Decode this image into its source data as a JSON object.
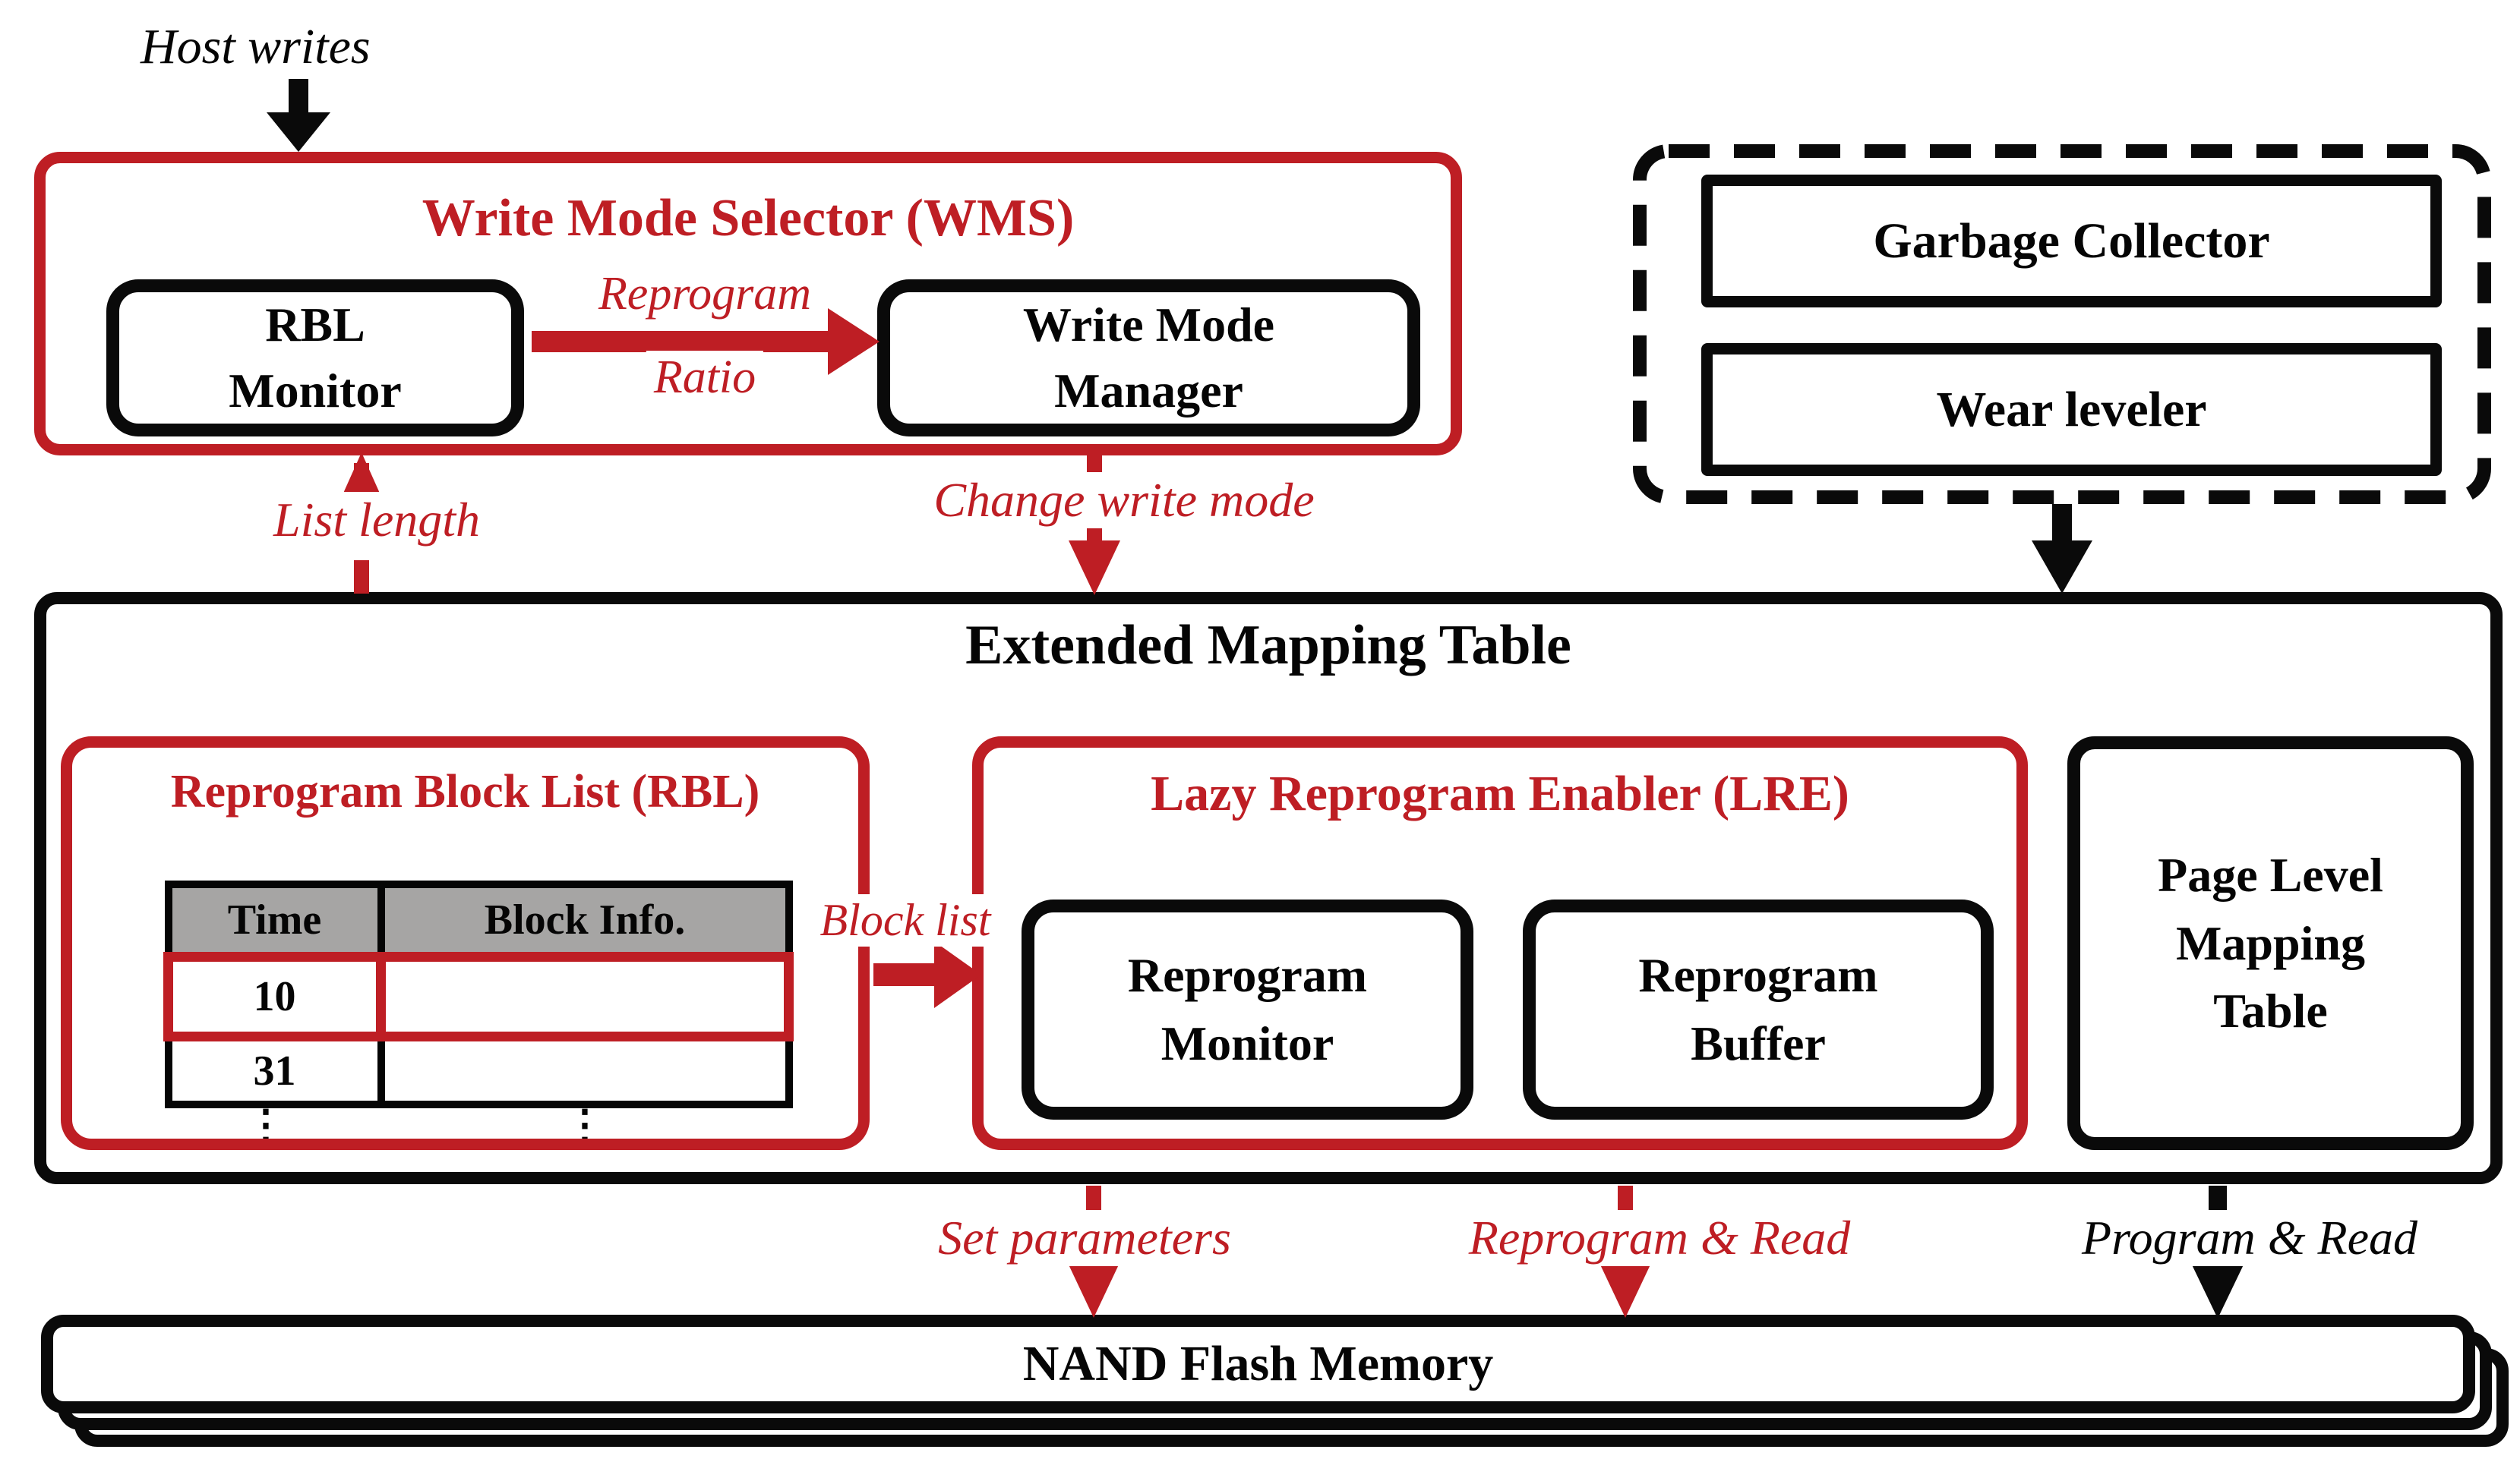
{
  "colors": {
    "red": "#BE1E24",
    "black": "#0A0A0A",
    "table_header_gray": "#A6A5A4",
    "background": "#FFFFFF"
  },
  "labels": {
    "host_writes": "Host writes",
    "list_length": "List length",
    "change_write_mode": "Change write mode",
    "reprogram_ratio_line1": "Reprogram",
    "reprogram_ratio_line2": "Ratio",
    "block_list": "Block list",
    "set_parameters": "Set parameters",
    "reprogram_read": "Reprogram & Read",
    "program_read": "Program & Read"
  },
  "wms": {
    "title": "Write Mode Selector (WMS)",
    "rbl_monitor": "RBL\nMonitor",
    "write_mode_manager": "Write Mode\nManager"
  },
  "gc_unit": {
    "garbage_collector": "Garbage Collector",
    "wear_leveler": "Wear leveler"
  },
  "emt": {
    "title": "Extended Mapping Table",
    "rbl": {
      "title": "Reprogram Block List (RBL)",
      "table": {
        "headers": [
          "Time",
          "Block Info."
        ],
        "rows": [
          [
            "10",
            ""
          ],
          [
            "31",
            ""
          ]
        ],
        "ellipsis": "⋮"
      }
    },
    "lre": {
      "title": "Lazy Reprogram Enabler (LRE)",
      "reprogram_monitor": "Reprogram\nMonitor",
      "reprogram_buffer": "Reprogram\nBuffer"
    },
    "plmt": "Page Level\nMapping\nTable"
  },
  "nand": {
    "title": "NAND Flash Memory"
  }
}
